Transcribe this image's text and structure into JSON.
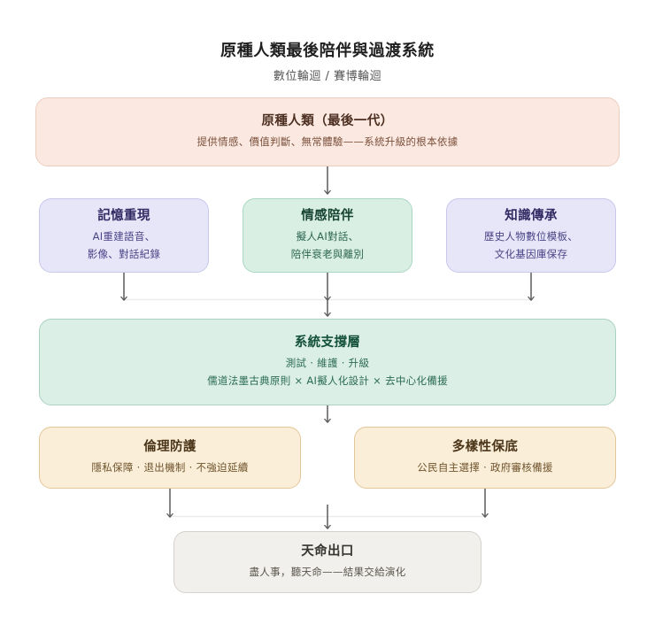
{
  "header": {
    "title": "原種人類最後陪伴與過渡系統",
    "subtitle": "數位輪迴 / 賽博輪迴"
  },
  "diagram": {
    "type": "flowchart",
    "orientation": "top-to-bottom",
    "nodes": [
      {
        "id": "origin",
        "title": "原種人類（最後一代）",
        "lines": [
          "提供情感、價值判斷、無常體驗——系統升級的根本依據"
        ],
        "theme": "pink",
        "fill": "#fbe9e1",
        "border": "#eccdbf",
        "row": 1
      },
      {
        "id": "memory",
        "title": "記憶重現",
        "lines": [
          "AI重建語音、",
          "影像、對話紀錄"
        ],
        "theme": "lavender",
        "fill": "#e7e6f9",
        "border": "#c9c7ea",
        "row": 2
      },
      {
        "id": "emotion",
        "title": "情感陪伴",
        "lines": [
          "擬人AI對話、",
          "陪伴衰老與離別"
        ],
        "theme": "mint",
        "fill": "#d9efe4",
        "border": "#a9d6c2",
        "row": 2
      },
      {
        "id": "knowledge",
        "title": "知識傳承",
        "lines": [
          "歷史人物數位模板、",
          "文化基因庫保存"
        ],
        "theme": "lavender",
        "fill": "#e7e6f9",
        "border": "#c9c7ea",
        "row": 2
      },
      {
        "id": "support",
        "title": "系統支撐層",
        "lines": [
          "測試 · 維護 · 升級",
          "儒道法墨古典原則 × AI擬人化設計 × 去中心化備援"
        ],
        "theme": "mint-wide",
        "fill": "#dcefe7",
        "border": "#a9d2c1",
        "row": 3
      },
      {
        "id": "ethics",
        "title": "倫理防護",
        "lines": [
          "隱私保障 · 退出機制 · 不強迫延續"
        ],
        "theme": "cream",
        "fill": "#faeed8",
        "border": "#e2c79b",
        "row": 4
      },
      {
        "id": "diversity",
        "title": "多樣性保底",
        "lines": [
          "公民自主選擇 · 政府審核備援"
        ],
        "theme": "cream",
        "fill": "#faeed8",
        "border": "#e2c79b",
        "row": 4
      },
      {
        "id": "destiny",
        "title": "天命出口",
        "lines": [
          "盡人事，聽天命——結果交給演化"
        ],
        "theme": "ivory",
        "fill": "#f2f0ec",
        "border": "#d5d2cc",
        "row": 5
      }
    ],
    "edges": [
      {
        "from": "origin",
        "to": "emotion",
        "style": "arrow-down"
      },
      {
        "from": "memory",
        "to": "support",
        "style": "arrow-down-to-rail"
      },
      {
        "from": "emotion",
        "to": "support",
        "style": "arrow-down-through-rail"
      },
      {
        "from": "knowledge",
        "to": "support",
        "style": "arrow-down-to-rail"
      },
      {
        "from": "support",
        "to": "ethics",
        "style": "arrow-down-rail"
      },
      {
        "from": "ethics",
        "to": "destiny",
        "style": "arrow-down-to-rail"
      },
      {
        "from": "diversity",
        "to": "destiny",
        "style": "arrow-down-to-rail"
      }
    ],
    "connector_color": "#5a5a5a",
    "rail_color": "#ececec",
    "background": "#ffffff"
  }
}
